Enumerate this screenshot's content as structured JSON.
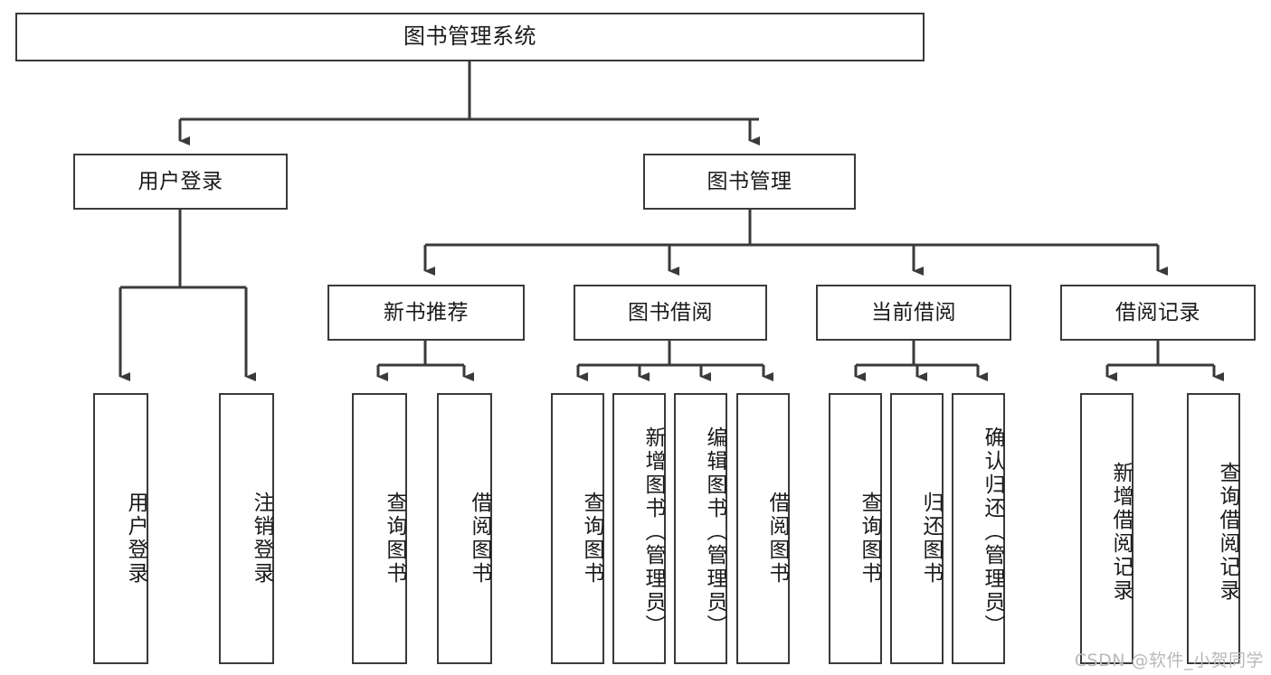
{
  "diagram": {
    "title": "图书管理系统",
    "type": "tree",
    "colors": {
      "box_border": "#3a3a3a",
      "box_fill": "#ffffff",
      "connector": "#3a3a3a",
      "text": "#1a1a1a",
      "watermark": "#b9b9b9"
    },
    "root": {
      "label": "图书管理系统"
    },
    "level2": [
      {
        "label": "用户登录"
      },
      {
        "label": "图书管理"
      }
    ],
    "level3": [
      {
        "label": "新书推荐"
      },
      {
        "label": "图书借阅"
      },
      {
        "label": "当前借阅"
      },
      {
        "label": "借阅记录"
      }
    ],
    "leaves": [
      {
        "label": "用户登录",
        "parent": "用户登录"
      },
      {
        "label": "注销登录",
        "parent": "用户登录"
      },
      {
        "label": "查询图书",
        "parent": "新书推荐"
      },
      {
        "label": "借阅图书",
        "parent": "新书推荐"
      },
      {
        "label": "查询图书",
        "parent": "图书借阅"
      },
      {
        "label": "新增图书（管理员）",
        "parent": "图书借阅"
      },
      {
        "label": "编辑图书（管理员）",
        "parent": "图书借阅"
      },
      {
        "label": "借阅图书",
        "parent": "图书借阅"
      },
      {
        "label": "查询图书",
        "parent": "当前借阅"
      },
      {
        "label": "归还图书",
        "parent": "当前借阅"
      },
      {
        "label": "确认归还（管理员）",
        "parent": "当前借阅"
      },
      {
        "label": "新增借阅记录",
        "parent": "借阅记录"
      },
      {
        "label": "查询借阅记录",
        "parent": "借阅记录"
      }
    ]
  },
  "watermark": {
    "text": "CSDN @软件_小贺同学"
  }
}
